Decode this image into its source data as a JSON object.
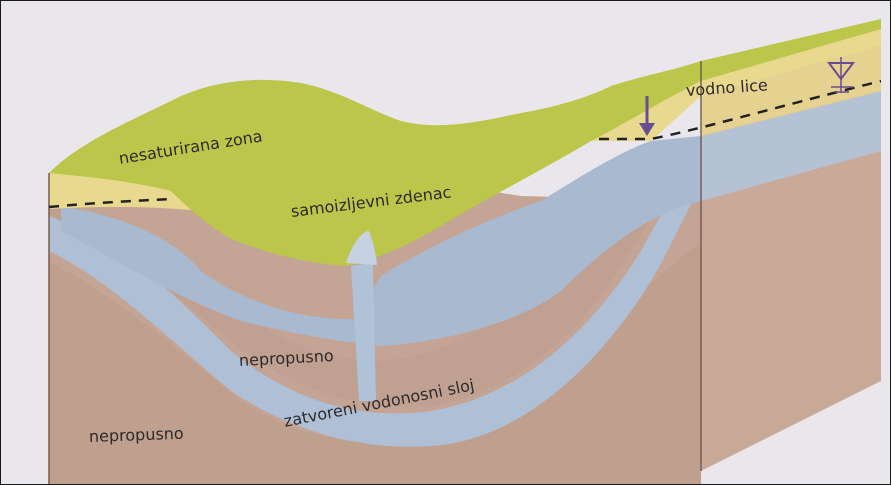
{
  "labels": {
    "unsaturated_zone": "nesaturirana zona",
    "artesian_well": "samoizljevni zdenac",
    "water_table": "vodno lice",
    "impermeable_upper": "nepropusno",
    "confined_aquifer": "zatvoreni vodonosni sloj",
    "impermeable_lower": "nepropusno"
  },
  "colors": {
    "grass": "#bcc64a",
    "unsaturated_sand": "#e9d98f",
    "aquifer_blue": "#aebfd6",
    "impermeable_brown": "#bf9f8e",
    "rock_brown": "#c4a494",
    "arrow_purple": "#6a4c93"
  }
}
